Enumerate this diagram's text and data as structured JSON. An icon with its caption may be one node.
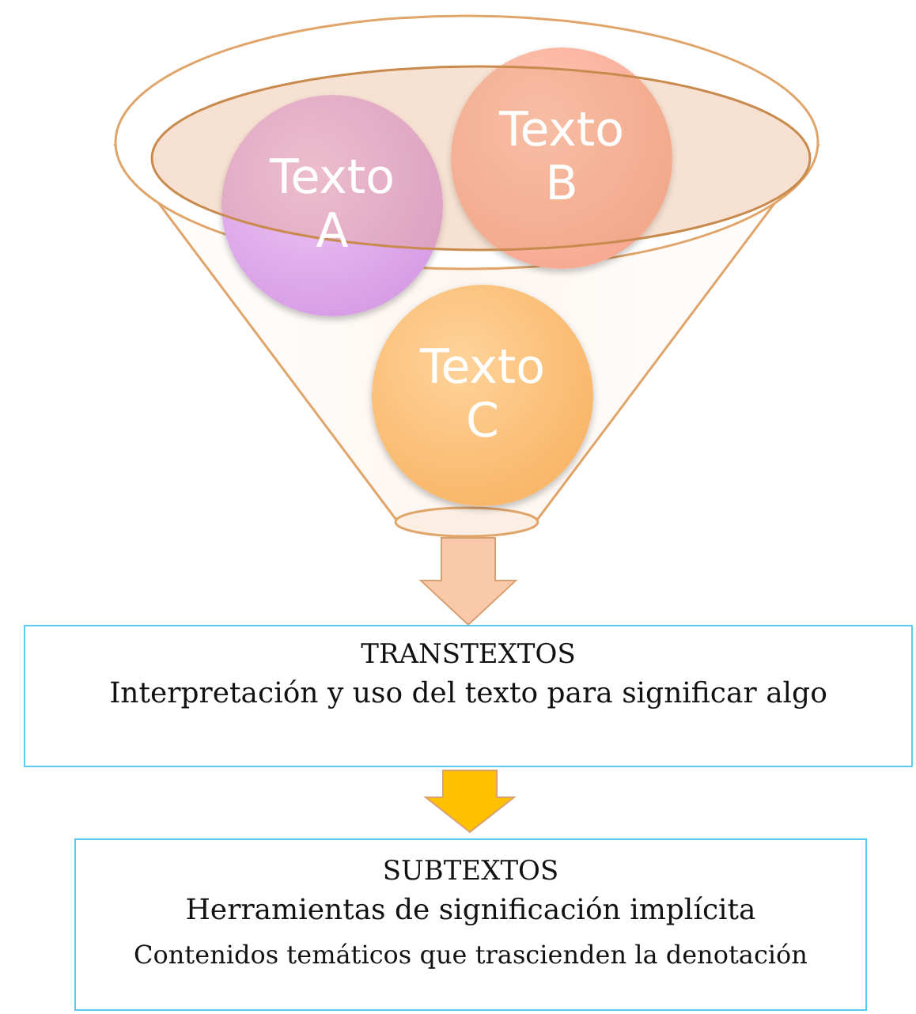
{
  "diagram": {
    "nodes": [
      {
        "text": [],
        "shape": "funnel"
      },
      {
        "text": [
          "Texto A"
        ]
      },
      {
        "text": [
          "Texto B"
        ]
      },
      {
        "text": [
          "Texto C"
        ],
        "in": 0
      },
      {
        "text": [
          "TRANSTEXTOS",
          "Interpretación y uso del texto para significar algo"
        ]
      },
      {
        "text": [
          "SUBTEXTOS",
          "Herramientas de significación implícita",
          "Contenidos temáticos que trascienden la denotación"
        ]
      }
    ],
    "edges": [
      {
        "from": 0,
        "to": 4,
        "arrow": "to",
        "color": "#f9c9a9"
      },
      {
        "from": 4,
        "to": 5,
        "arrow": "to",
        "color": "#ffc000"
      }
    ]
  }
}
